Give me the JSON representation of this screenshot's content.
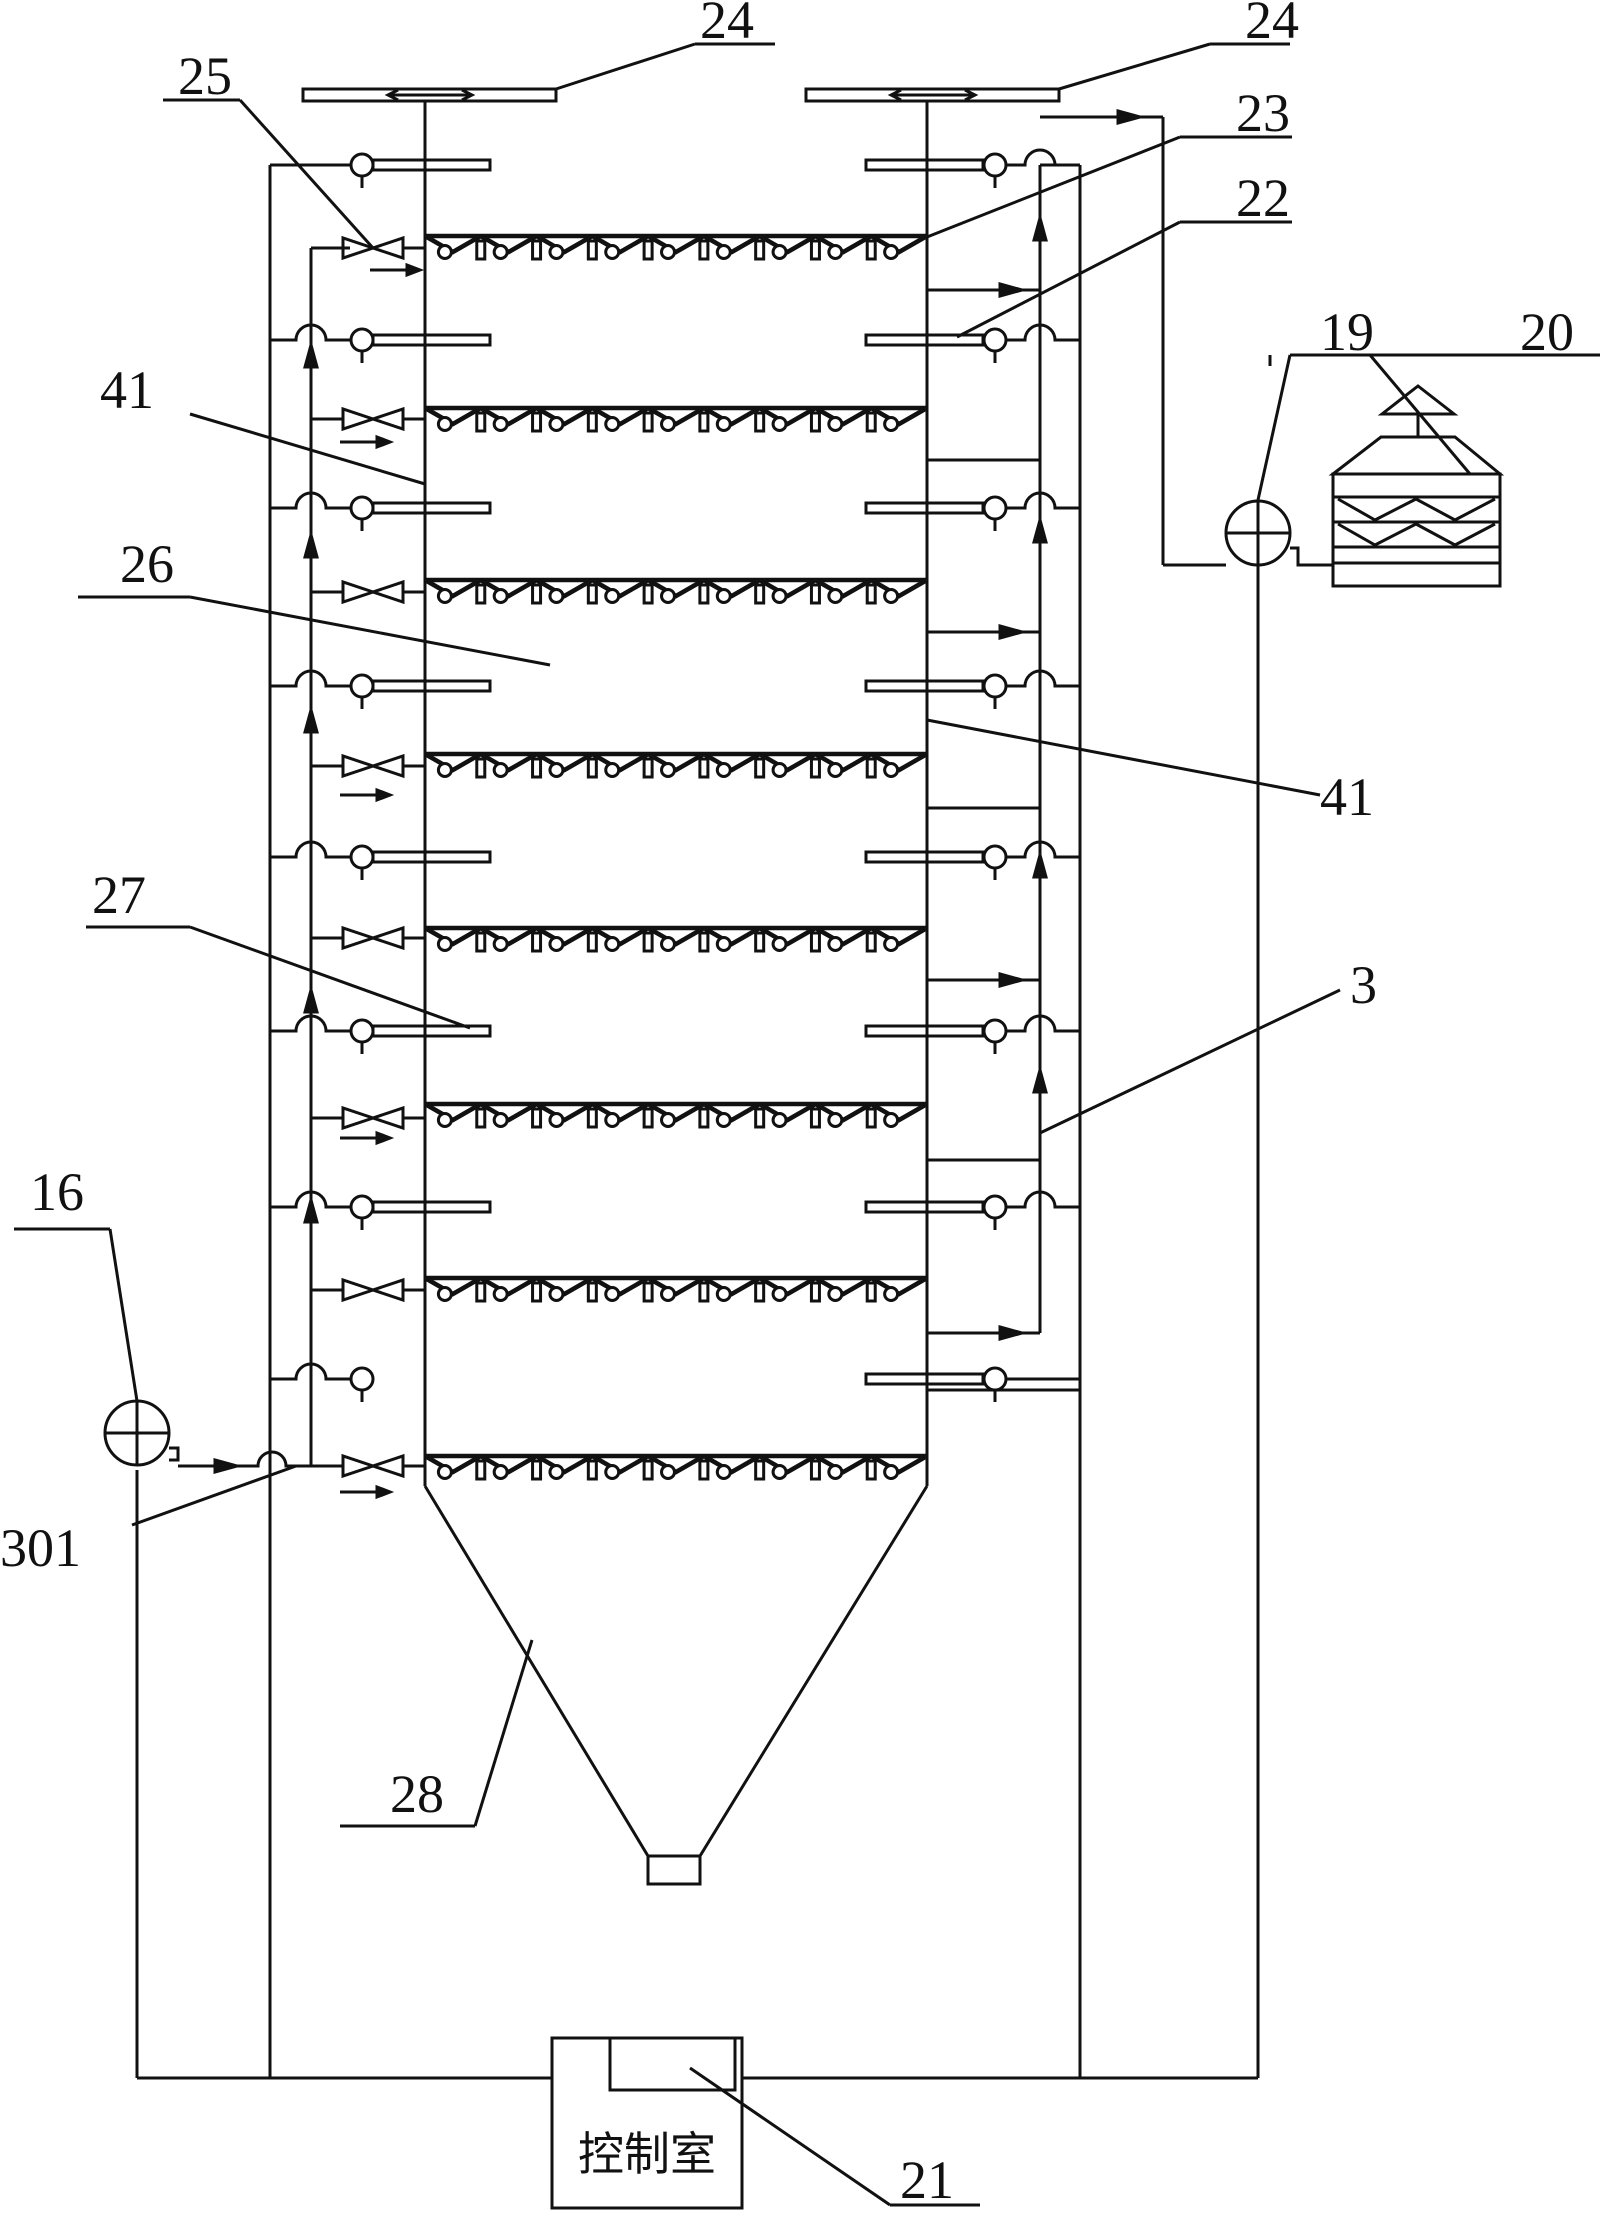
{
  "labels": {
    "n24a": "24",
    "n24b": "24",
    "n25": "25",
    "n23": "23",
    "n22": "22",
    "n19": "19",
    "n20": "20",
    "n41a": "41",
    "n41b": "41",
    "n26": "26",
    "n27": "27",
    "n3": "3",
    "n16": "16",
    "n301": "301",
    "n28": "28",
    "n21": "21"
  },
  "control_room": {
    "label": "控制室"
  }
}
